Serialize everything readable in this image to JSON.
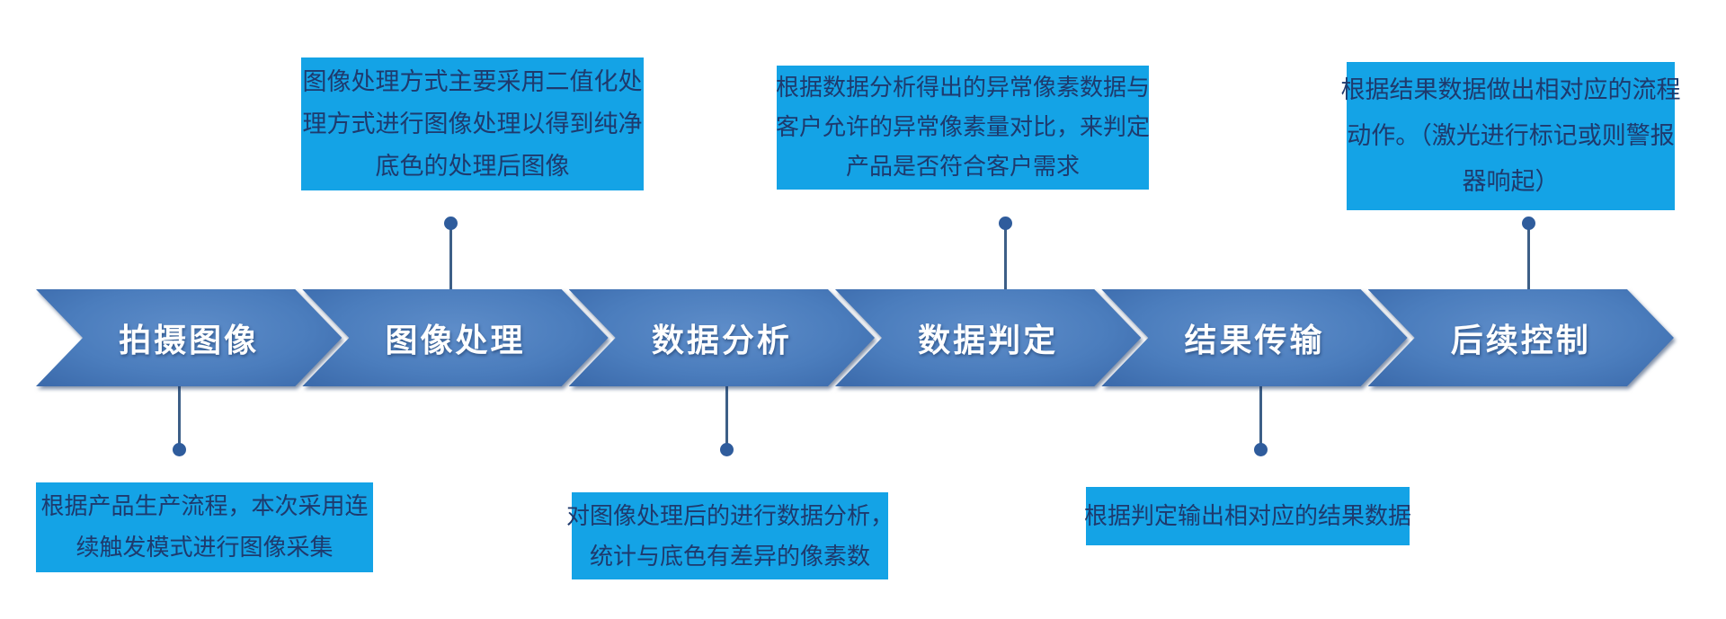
{
  "diagram_title": "",
  "colors": {
    "annotation_box_fill": "#14a3e6",
    "annotation_text": "#1e3a6d",
    "chevron_fill": "#4b7dbd",
    "chevron_text": "#ffffff",
    "connector": "#3d5f87",
    "connector_dot": "#2f5c9c",
    "background": "#ffffff"
  },
  "flow": {
    "steps": [
      {
        "label": "拍摄图像"
      },
      {
        "label": "图像处理"
      },
      {
        "label": "数据分析"
      },
      {
        "label": "数据判定"
      },
      {
        "label": "结果传输"
      },
      {
        "label": "后续控制"
      }
    ]
  },
  "annotations": {
    "top_1": {
      "attached_step": "图像处理",
      "lines": [
        "图像处理方式主要采用二值化处",
        "理方式进行图像处理以得到纯净",
        "底色的处理后图像"
      ]
    },
    "top_2": {
      "attached_step": "数据判定",
      "lines": [
        "根据数据分析得出的异常像素数据与",
        "客户允许的异常像素量对比，来判定",
        "产品是否符合客户需求"
      ]
    },
    "top_3": {
      "attached_step": "后续控制",
      "lines": [
        "根据结果数据做出相对应的流程",
        "动作。（激光进行标记或则警报",
        "器响起）"
      ]
    },
    "bottom_1": {
      "attached_step": "拍摄图像",
      "lines": [
        "根据产品生产流程，本次采用连",
        "续触发模式进行图像采集"
      ]
    },
    "bottom_2": {
      "attached_step": "数据分析",
      "lines": [
        "对图像处理后的进行数据分析，",
        "统计与底色有差异的像素数"
      ]
    },
    "bottom_3": {
      "attached_step": "结果传输",
      "lines": [
        "根据判定输出相对应的结果数据"
      ]
    }
  }
}
